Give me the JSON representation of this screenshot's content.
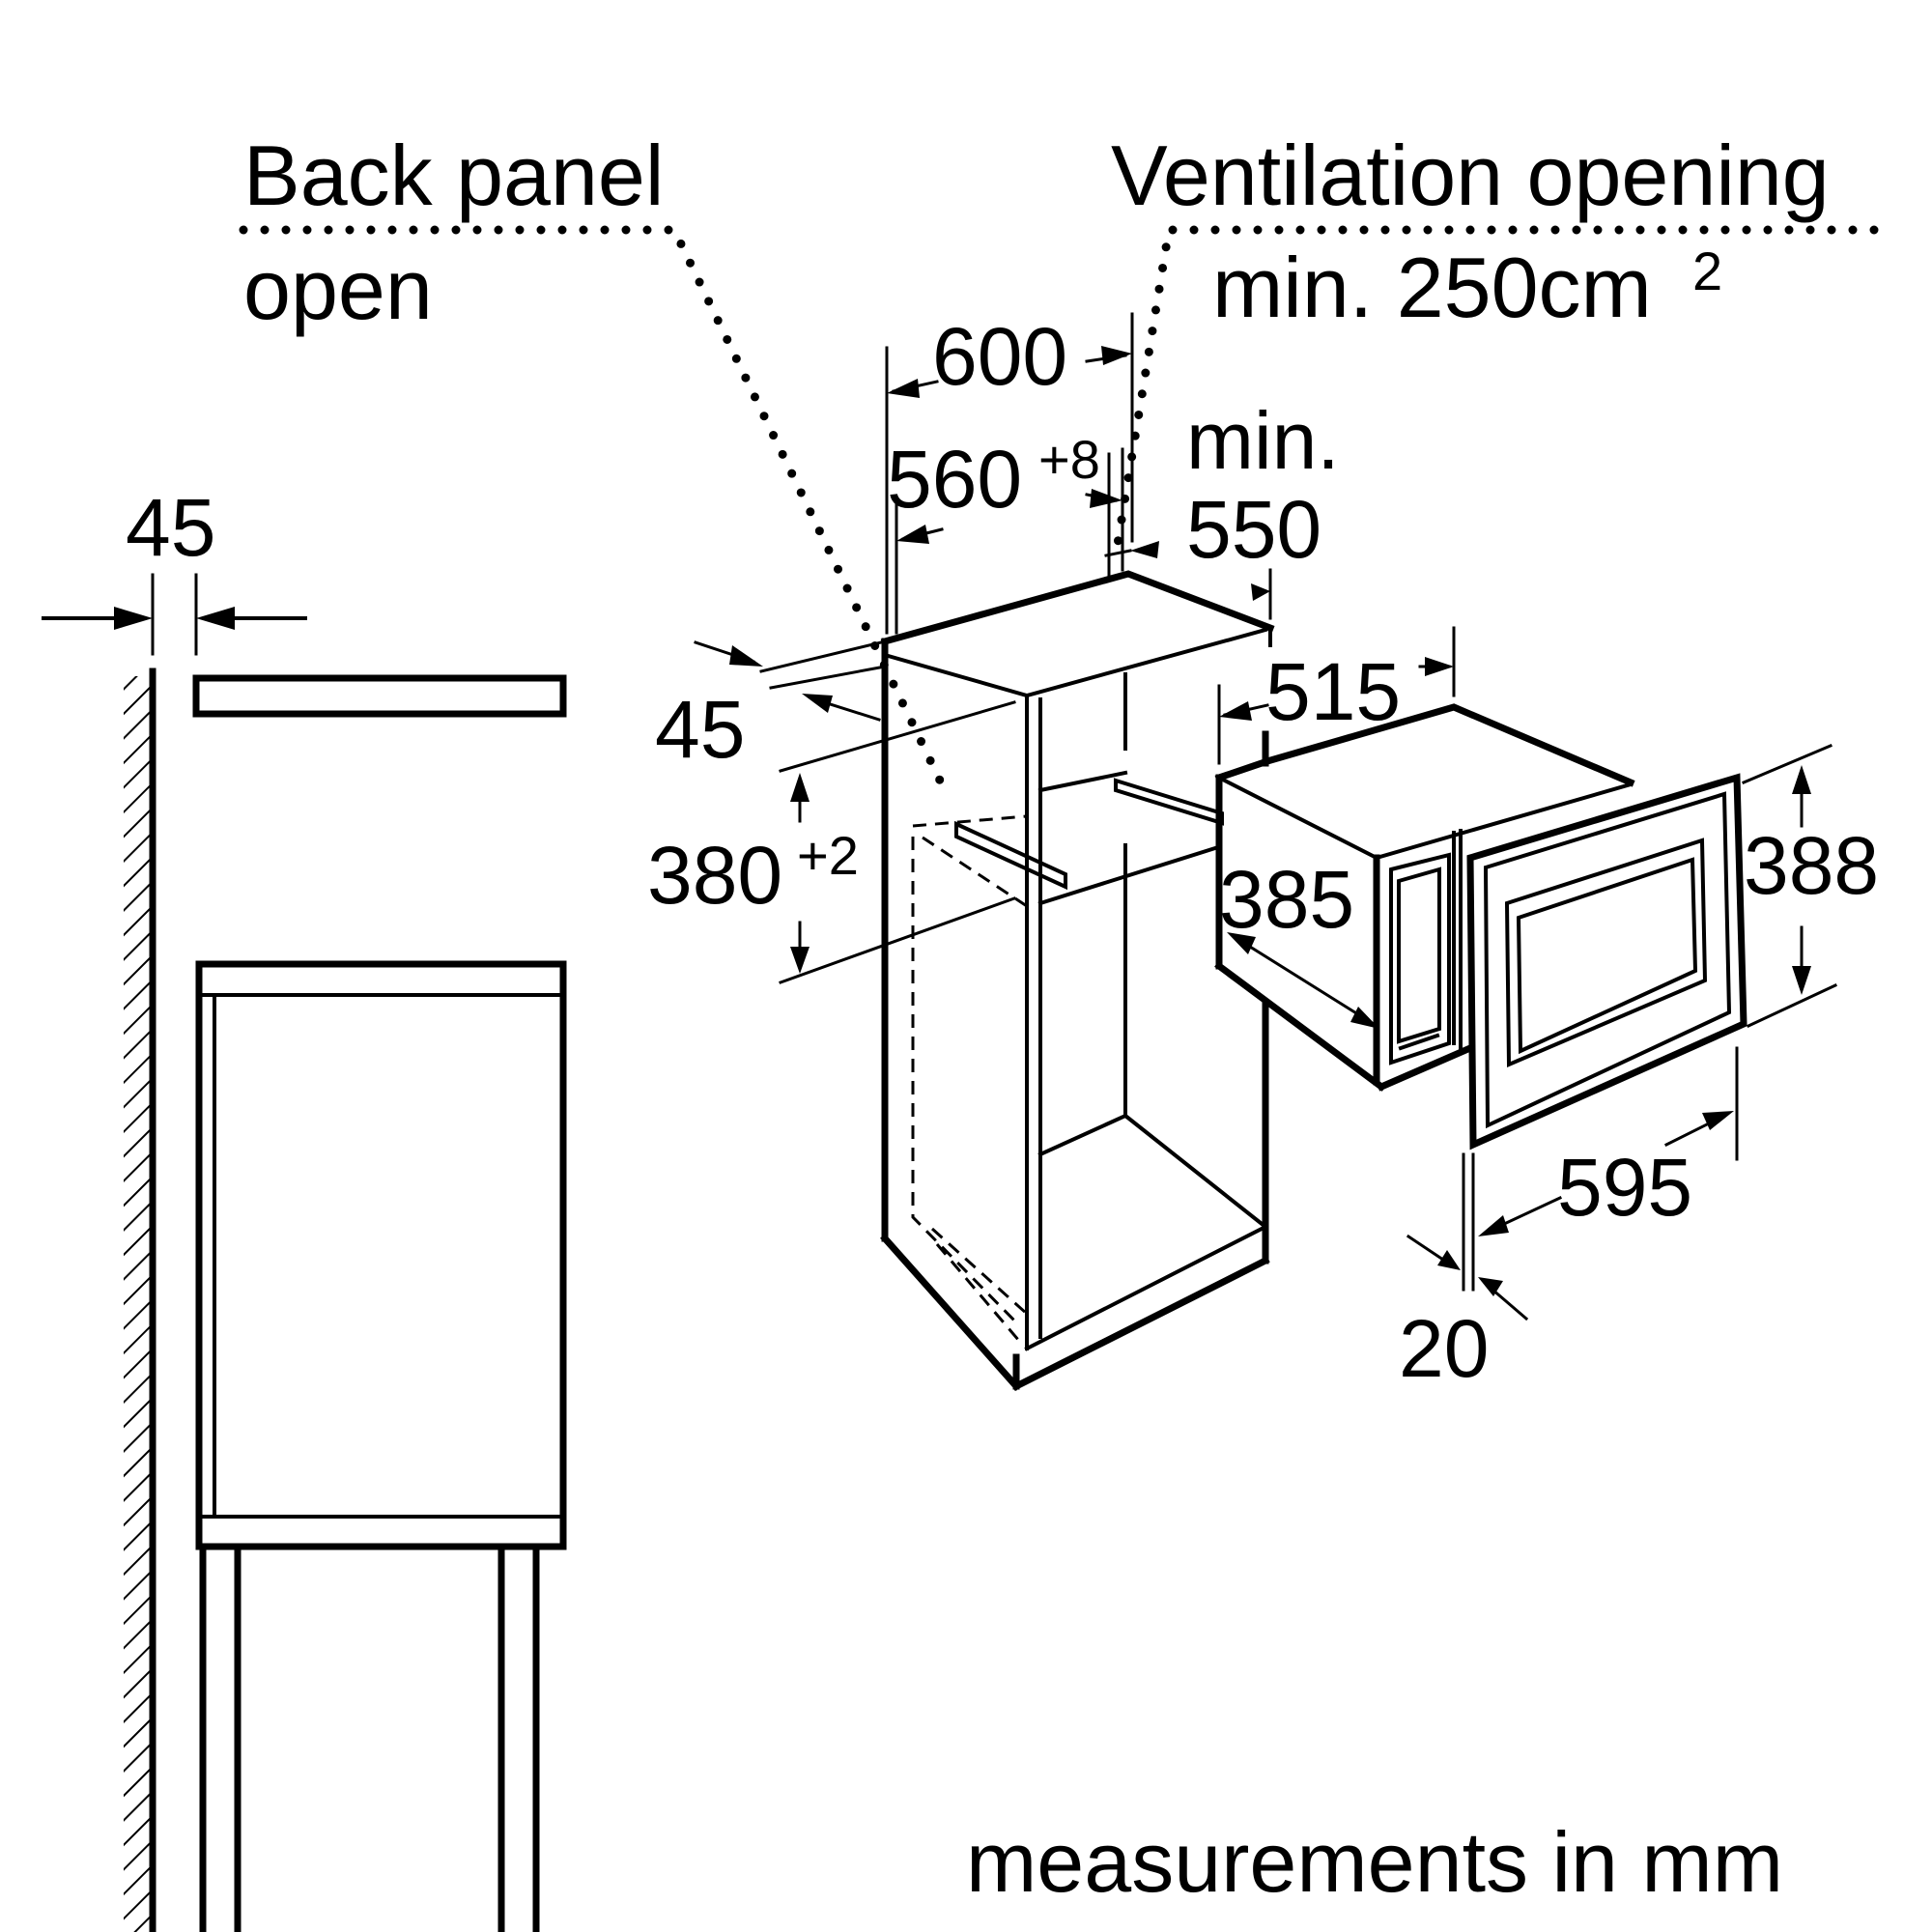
{
  "labels": {
    "back_panel_line1": "Back panel",
    "back_panel_line2": "open",
    "ventilation_line1": "Ventilation opening",
    "ventilation_line2": "min. 250cm",
    "ventilation_unit_sup": "2",
    "footer": "measurements in mm"
  },
  "dimensions": {
    "side_gap": "45",
    "cabinet_width": "600",
    "niche_width": "560",
    "niche_width_tol": "+8",
    "min_depth_label": "min.",
    "min_depth": "550",
    "panel_thickness": "45",
    "niche_height": "380",
    "niche_height_tol": "+2",
    "appliance_depth": "515",
    "appliance_body_depth": "385",
    "appliance_height": "388",
    "appliance_width": "595",
    "front_frame": "20"
  }
}
